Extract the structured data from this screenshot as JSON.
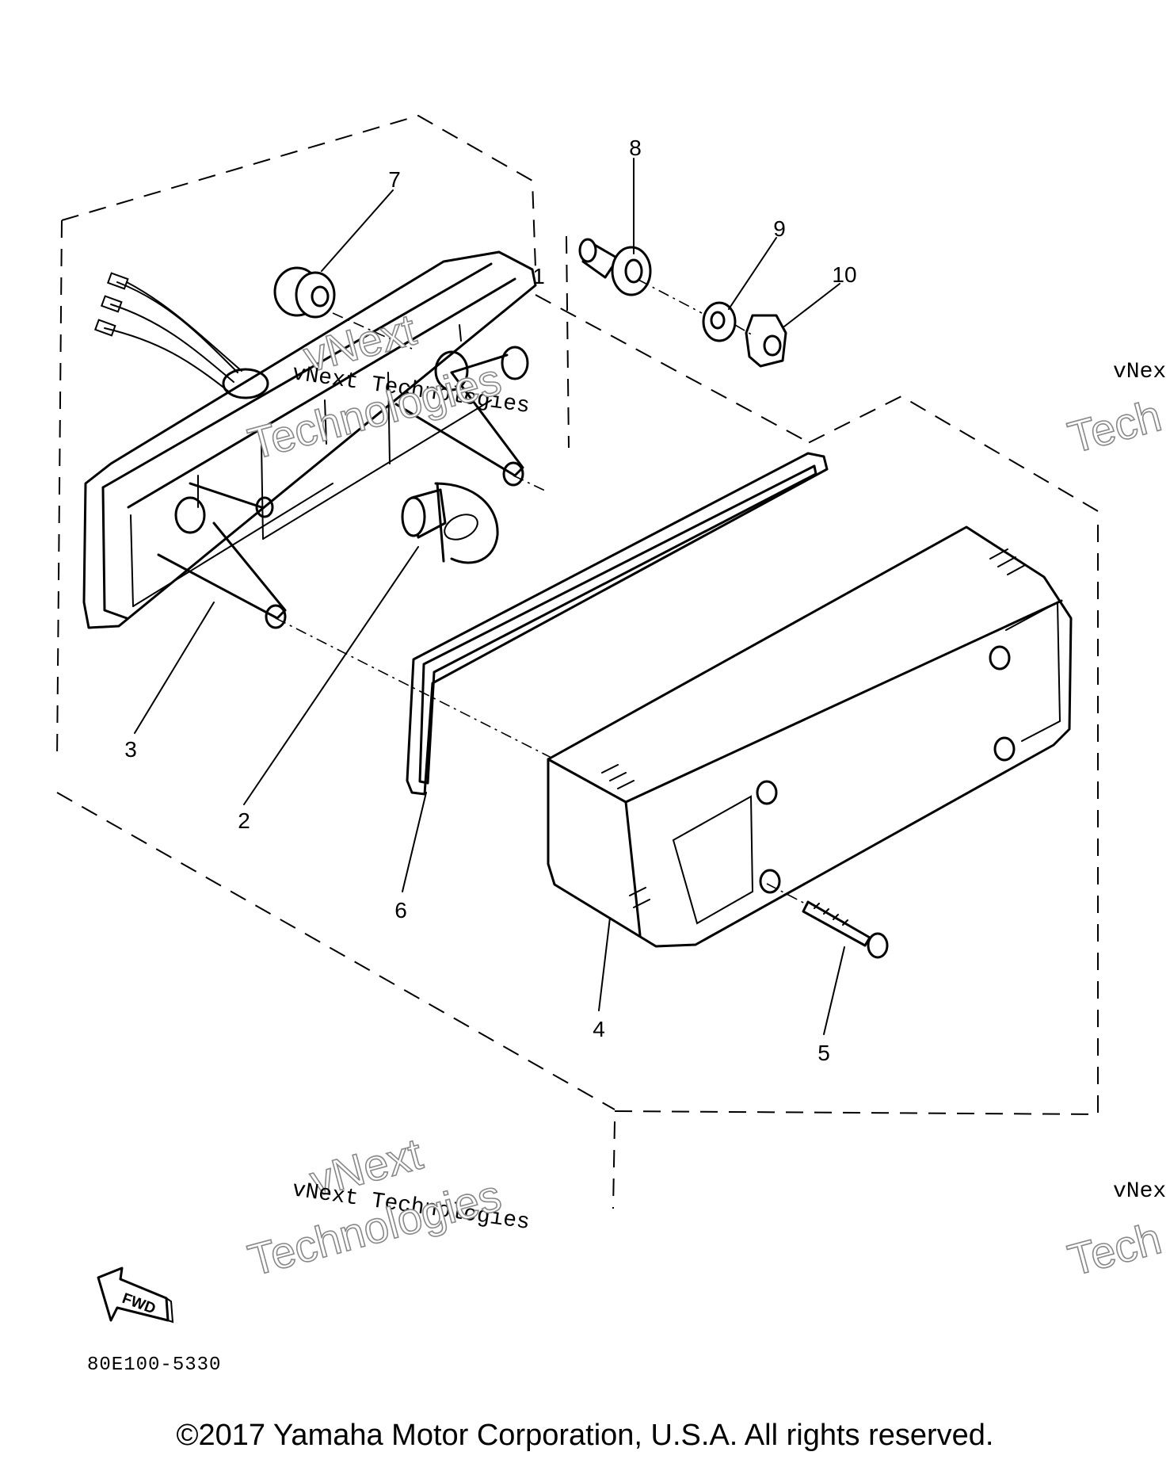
{
  "diagram": {
    "callouts": [
      {
        "id": "1",
        "label": "1"
      },
      {
        "id": "2",
        "label": "2"
      },
      {
        "id": "3",
        "label": "3"
      },
      {
        "id": "4",
        "label": "4"
      },
      {
        "id": "5",
        "label": "5"
      },
      {
        "id": "6",
        "label": "6"
      },
      {
        "id": "7",
        "label": "7"
      },
      {
        "id": "8",
        "label": "8"
      },
      {
        "id": "9",
        "label": "9"
      },
      {
        "id": "10",
        "label": "10"
      }
    ],
    "watermark": {
      "line1": "vNext Technologies",
      "outline_word1": "vNext",
      "outline_word2": "Technologies",
      "clipped_line": "vNex",
      "clipped_outline": "Tech"
    },
    "fwd_label": "FWD",
    "drawing_code": "80E100-5330"
  },
  "footer": {
    "copyright": "©2017 Yamaha Motor Corporation, U.S.A. All rights reserved."
  }
}
